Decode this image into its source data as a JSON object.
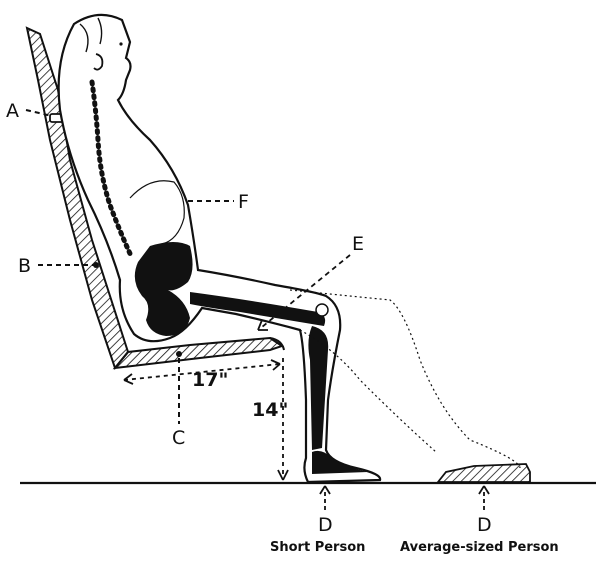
{
  "labels": {
    "a": "A",
    "b": "B",
    "c": "C",
    "e": "E",
    "f": "F",
    "d_short": "D",
    "d_average": "D"
  },
  "dimensions": {
    "seat_depth": "17\"",
    "seat_height": "14\""
  },
  "captions": {
    "short_person": "Short Person",
    "average_person": "Average-sized Person"
  }
}
